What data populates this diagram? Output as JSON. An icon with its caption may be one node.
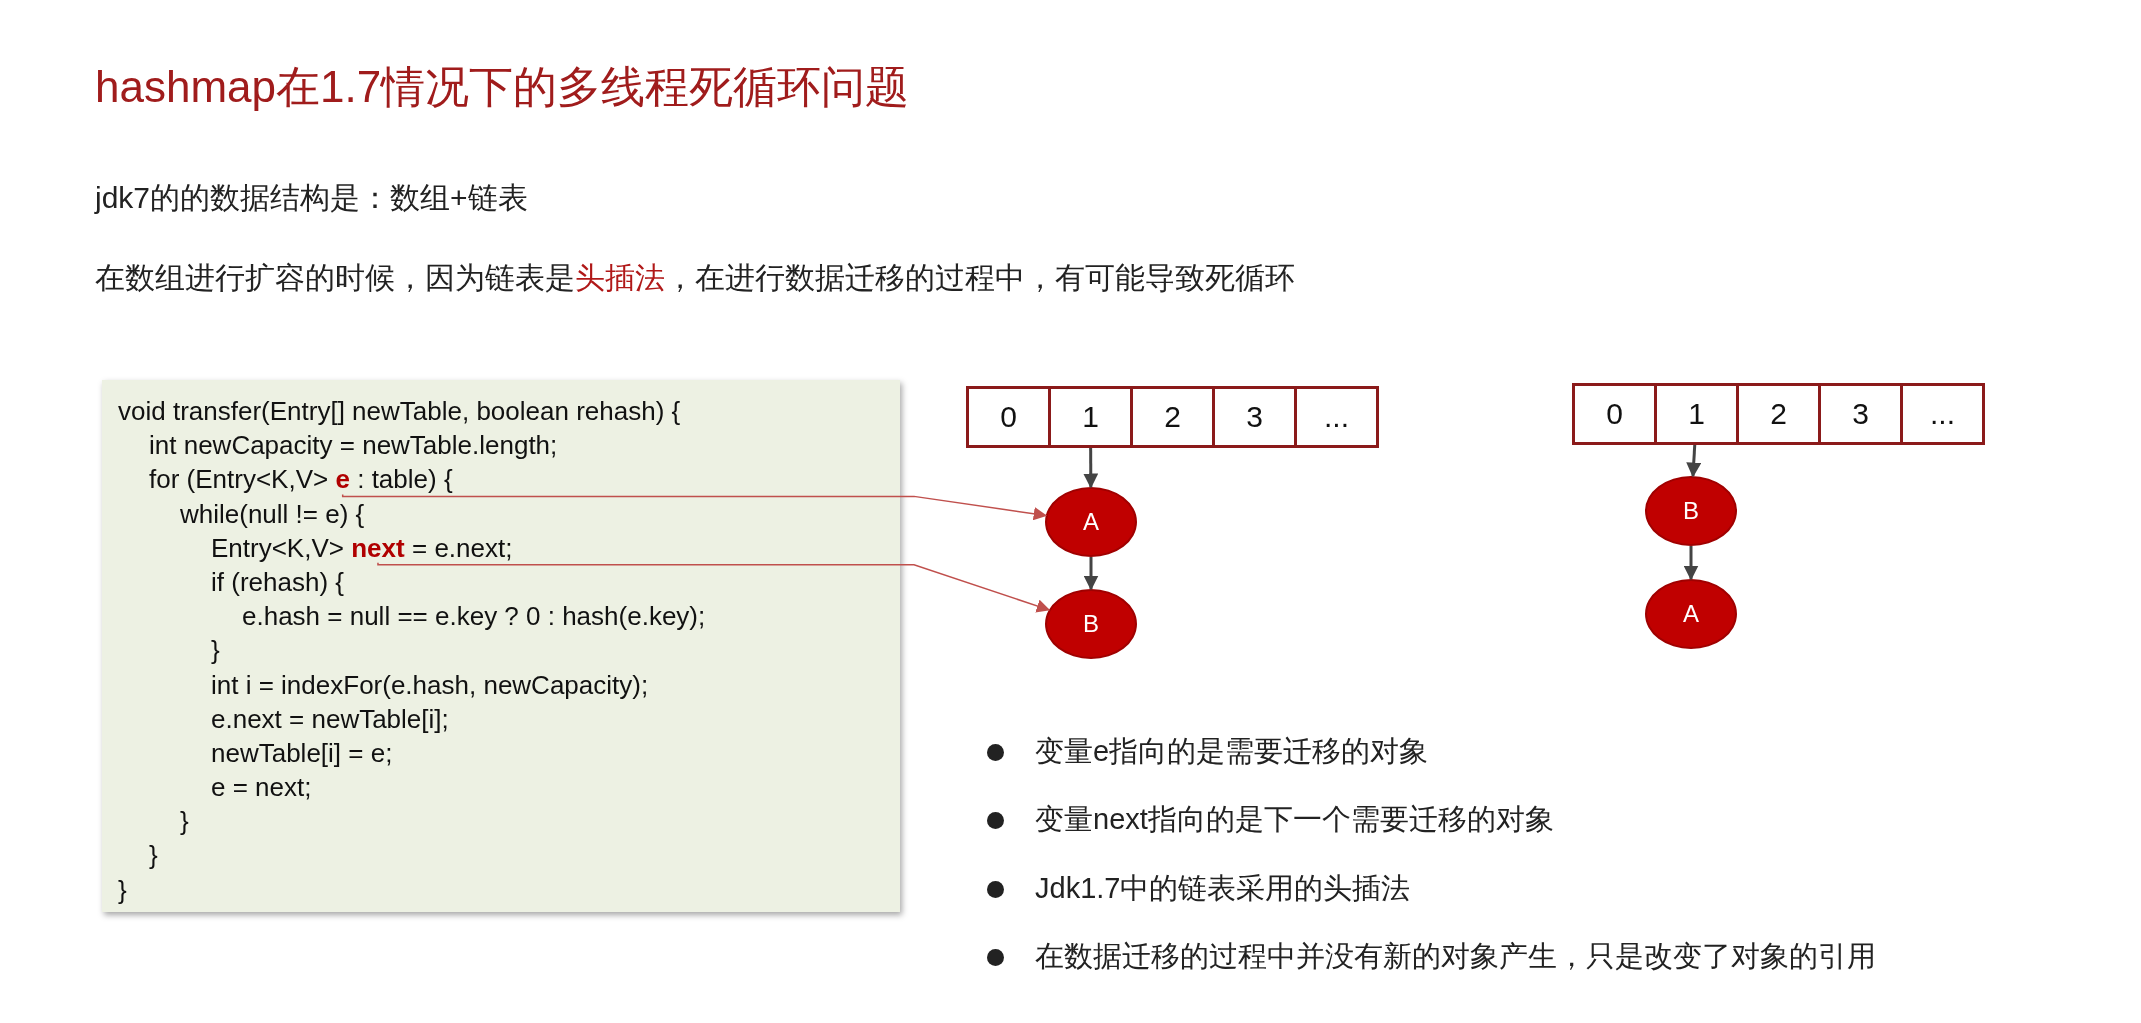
{
  "diagram": {
    "title": "hashmap在1.7情况下的多线程死循环问题",
    "nodes": [
      {
        "text": [
          "void transfer(Entry[] newTable, boolean rehash) {",
          "int newCapacity = newTable.length;",
          "for (Entry<K,V>",
          ": table) {",
          "while(null != e) {",
          "Entry<K,V>",
          "= e.next;",
          "if (rehash) {",
          "e.hash = null == e.key ? 0 : hash(e.key);",
          "}",
          "int i = indexFor(e.hash, newCapacity);",
          "e.next = newTable[i];",
          "newTable[i] = e;",
          "e = next;",
          "}",
          "}",
          "}"
        ]
      },
      {
        "text": [
          "e"
        ],
        "in": 0
      },
      {
        "text": [
          "next"
        ],
        "in": 0
      },
      {
        "text": [
          "0"
        ]
      },
      {
        "text": [
          "1"
        ]
      },
      {
        "text": [
          "2"
        ]
      },
      {
        "text": [
          "3"
        ]
      },
      {
        "text": [
          "..."
        ]
      },
      {
        "text": [
          "A"
        ]
      },
      {
        "text": [
          "B"
        ]
      },
      {
        "text": [
          "0"
        ]
      },
      {
        "text": [
          "1"
        ]
      },
      {
        "text": [
          "2"
        ]
      },
      {
        "text": [
          "3"
        ]
      },
      {
        "text": [
          "..."
        ]
      },
      {
        "text": [
          "B"
        ]
      },
      {
        "text": [
          "A"
        ]
      }
    ],
    "edges": [
      {
        "from": 1,
        "to": 8,
        "arrow": "to",
        "color": "#c0504d"
      },
      {
        "from": 2,
        "to": 9,
        "arrow": "to",
        "color": "#c0504d"
      },
      {
        "from": 4,
        "to": 8,
        "arrow": "to"
      },
      {
        "from": 8,
        "to": 9,
        "arrow": "to"
      },
      {
        "from": 11,
        "to": 15,
        "arrow": "to"
      },
      {
        "from": 15,
        "to": 16,
        "arrow": "to"
      }
    ],
    "labels": [
      "jdk7的的数据结构是：数组+链表",
      "在数组进行扩容的时候，因为链表是**头插法**，在进行数据迁移的过程中，有可能导致死循环",
      "变量e指向的是需要迁移的对象",
      "变量next指向的是下一个需要迁移的对象",
      "Jdk1.7中的链表采用的头插法",
      "在数据迁移的过程中并没有新的对象产生，只是改变了对象的引用"
    ]
  }
}
